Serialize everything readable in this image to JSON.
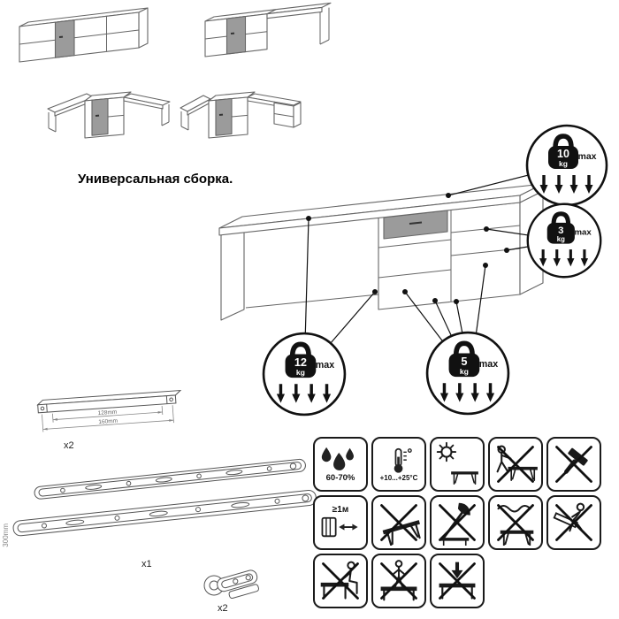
{
  "title": "Универсальная сборка.",
  "weight_limits": [
    {
      "value": "10",
      "unit": "kg",
      "suffix": "max"
    },
    {
      "value": "3",
      "unit": "kg",
      "suffix": "max"
    },
    {
      "value": "12",
      "unit": "kg",
      "suffix": "max"
    },
    {
      "value": "5",
      "unit": "kg",
      "suffix": "max"
    }
  ],
  "hardware": {
    "bracket": {
      "count": "x2",
      "dim_inner": "128mm",
      "dim_outer": "160mm"
    },
    "slides": {
      "count": "x1",
      "length": "300mm"
    },
    "hinge": {
      "count": "x2"
    }
  },
  "pictograms": {
    "humidity": "60-70%",
    "temperature": "+10...+25°C",
    "radiator_distance": "≥1м"
  },
  "colors": {
    "door_gray": "#9b9b9b",
    "line": "#555555",
    "ink": "#111111"
  }
}
